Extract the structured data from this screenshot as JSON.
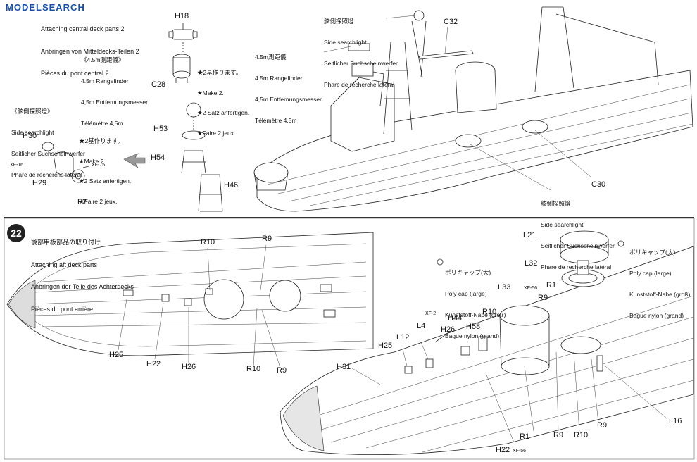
{
  "watermark": {
    "logo_text": "MODELSEARCH"
  },
  "top": {
    "step_title": [
      "Attaching central deck parts 2",
      "Anbringen von Mitteldecks-Teilen 2",
      "Pièces du pont central 2"
    ],
    "rangefinder_caption": [
      "《4.5m測距儀》",
      "4.5m Rangefinder",
      "4,5m Entfernungsmesser",
      "Télémètre 4,5m"
    ],
    "searchlight_caption_left": [
      "《舷側探照燈》",
      "Side searchlight",
      "Seitlicher Suchscheinwerfer",
      "Phare de recherche latéral"
    ],
    "make2_note_a": [
      "★2基作ります。",
      "★Make 2.",
      "★2 Satz anfertigen.",
      "★Faire 2 jeux."
    ],
    "make2_note_b": [
      "★2基作ります。",
      "★Make 2.",
      "★2 Satz anfertigen.",
      "★Faire 2 jeux."
    ],
    "searchlight_caption_top": [
      "舷側探照燈",
      "Side searchlight",
      "Seitlicher Suchscheinwerfer",
      "Phare de recherche latéral"
    ],
    "rangefinder_caption_ship": [
      "4.5m測距儀",
      "4.5m Rangefinder",
      "4,5m Entfernungsmesser",
      "Télémètre 4,5m"
    ],
    "searchlight_caption_bottom": [
      "舷側探照燈",
      "Side searchlight",
      "Seitlicher Suchscheinwerfer",
      "Phare de recherche latéral"
    ],
    "parts": {
      "h18": "H18",
      "c28": "C28",
      "h53": "H53",
      "h54": "H54",
      "h46": "H46",
      "h30": "H30",
      "h29": "H29",
      "f2": "F2",
      "c32": "C32",
      "c30": "C30"
    },
    "paints": {
      "xf16": "XF-16",
      "xf75": "XF-75"
    }
  },
  "bottom": {
    "step_number": "22",
    "step_title": [
      "後部甲板部品の取り付け",
      "Attaching aft deck parts",
      "Anbringen der Teile des Achterdecks",
      "Pièces du pont arrière"
    ],
    "polycap_left": [
      "ポリキャップ(大)",
      "Poly cap (large)",
      "Kunststoff-Nabe (groß)",
      "Bague nylon (grand)"
    ],
    "polycap_right": [
      "ポリキャップ(大)",
      "Poly cap (large)",
      "Kunststoff-Nabe (groß)",
      "Bague nylon (grand)"
    ],
    "parts": {
      "r10a": "R10",
      "r9a": "R9",
      "h25a": "H25",
      "h22a": "H22",
      "h26a": "H26",
      "r10b": "R10",
      "r9b": "R9",
      "l21": "L21",
      "l32": "L32",
      "l33": "L33",
      "r1a": "R1",
      "r9c": "R9",
      "l4": "L4",
      "h44": "H44",
      "r10c": "R10",
      "h26b": "H26",
      "h58": "H58",
      "l12": "L12",
      "h25b": "H25",
      "h31": "H31",
      "h22b": "H22",
      "r1b": "R1",
      "r9d": "R9",
      "r10d": "R10",
      "r9e": "R9",
      "l16": "L16"
    },
    "paints": {
      "xf56a": "XF-56",
      "xf2": "XF-2",
      "xf56b": "XF-56"
    }
  }
}
